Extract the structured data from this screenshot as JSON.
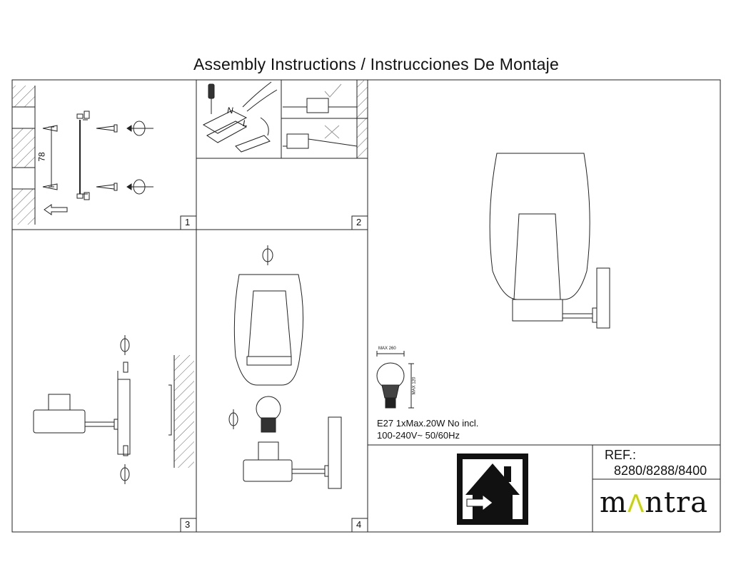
{
  "document": {
    "title": "Assembly Instructions / Instrucciones De Montaje"
  },
  "steps": [
    {
      "number": "1"
    },
    {
      "number": "2"
    },
    {
      "number": "3"
    },
    {
      "number": "4"
    }
  ],
  "step1": {
    "dimension": "78"
  },
  "step2": {
    "wire_labels": [
      "N",
      "L"
    ]
  },
  "bulb_spec": {
    "max_width": "MAX 260",
    "max_height": "MAX 120",
    "line1": "E27 1xMax.20W  No incl.",
    "line2": "100-240V~ 50/60Hz"
  },
  "reference": {
    "label": "REF.:",
    "value": "8280/8288/8400"
  },
  "brand": {
    "part1": "m",
    "accent": "Λ",
    "part2": "ntra",
    "accent_color": "#c6d400"
  },
  "icons": [
    "indoor-use-icon",
    "screwdriver-icon",
    "rotate-icon",
    "wall-plug-icon",
    "screw-icon",
    "bulb-icon",
    "check-icon",
    "cross-icon"
  ]
}
